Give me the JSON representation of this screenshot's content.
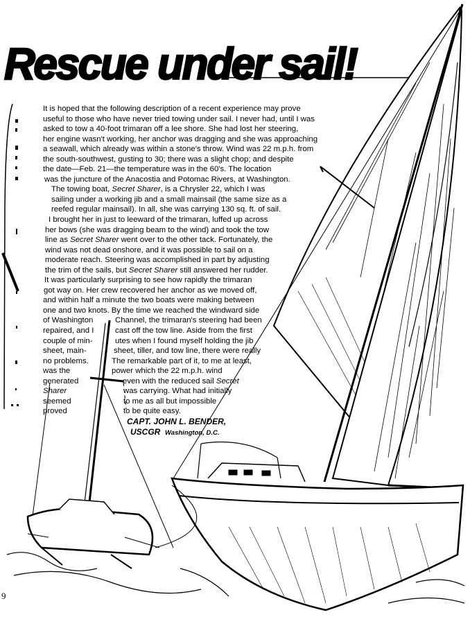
{
  "headline": "Rescue under sail!",
  "article": {
    "lines": [
      "It is hoped that the following description of a recent experience may prove",
      "useful to those who have never tried towing under sail. I never had, until I was",
      "asked to tow a 40-foot trimaran off a lee shore. She had lost her steering,",
      "her engine wasn't working, her anchor was dragging and she was approaching",
      "a seawall, which already was within a stone's throw. Wind was 22 m.p.h. from",
      "the south-southwest, gusting to 30; there was a slight chop; and despite",
      "the date—Feb. 21—the temperature was in the 60's. The location",
      "was the juncture of the Anacostia and Potomac Rivers, at Washington.",
      "sailing under a working jib and a small mainsail (the same size as a",
      "reefed regular mainsail). In all, she was carrying 130 sq. ft. of sail.",
      "I brought her in just to leeward of the trimaran, luffed up across",
      "her bows (she was dragging beam to the wind) and took the tow",
      "wind was not dead onshore, and it was possible to sail on a",
      "moderate reach. Steering was accomplished in part by adjusting",
      "It was particularly surprising to see how rapidly the trimaran",
      "got way on. Her crew recovered her anchor as we moved off,",
      "and within half a minute the two boats were making between",
      "one and two knots. By the time we reached the windward side"
    ],
    "p2_start": "The towing boat, ",
    "boat_name": "Secret Sharer",
    "p2_rest": ", is a Chrysler 22, which I was",
    "line_as": "line as ",
    "line_as_rest": " went over to the other tack. Fortunately, the",
    "trim_start": "the trim of the sails, but ",
    "trim_rest": " still answered her rudder.",
    "split_lines": [
      {
        "left": "of Washington",
        "right": "Channel, the trimaran's steering had been"
      },
      {
        "left": "repaired, and I",
        "right": "cast off the tow line. Aside from the first"
      },
      {
        "left": "couple of min-",
        "right": "utes when I found myself holding the jib"
      },
      {
        "left": "sheet, main-",
        "right": "sheet, tiller, and tow line, there were really"
      },
      {
        "left": "no problems.",
        "right": "The remarkable part of it, to me at least,"
      },
      {
        "left": "was the",
        "right": "power which the 22 m.p.h. wind"
      },
      {
        "left": "generated",
        "right": "even with the reduced sail "
      },
      {
        "left": "Sharer",
        "right": "was carrying. What had initially"
      },
      {
        "left": "seemed",
        "right": "to me as all but impossible"
      },
      {
        "left": "proved",
        "right": "to be quite easy."
      }
    ],
    "secret_word": "Secret",
    "signature_name": "CAPT. JOHN L. BENDER,",
    "signature_org": "USCGR",
    "signature_place": "Washington, D.C."
  },
  "page_number": "9"
}
